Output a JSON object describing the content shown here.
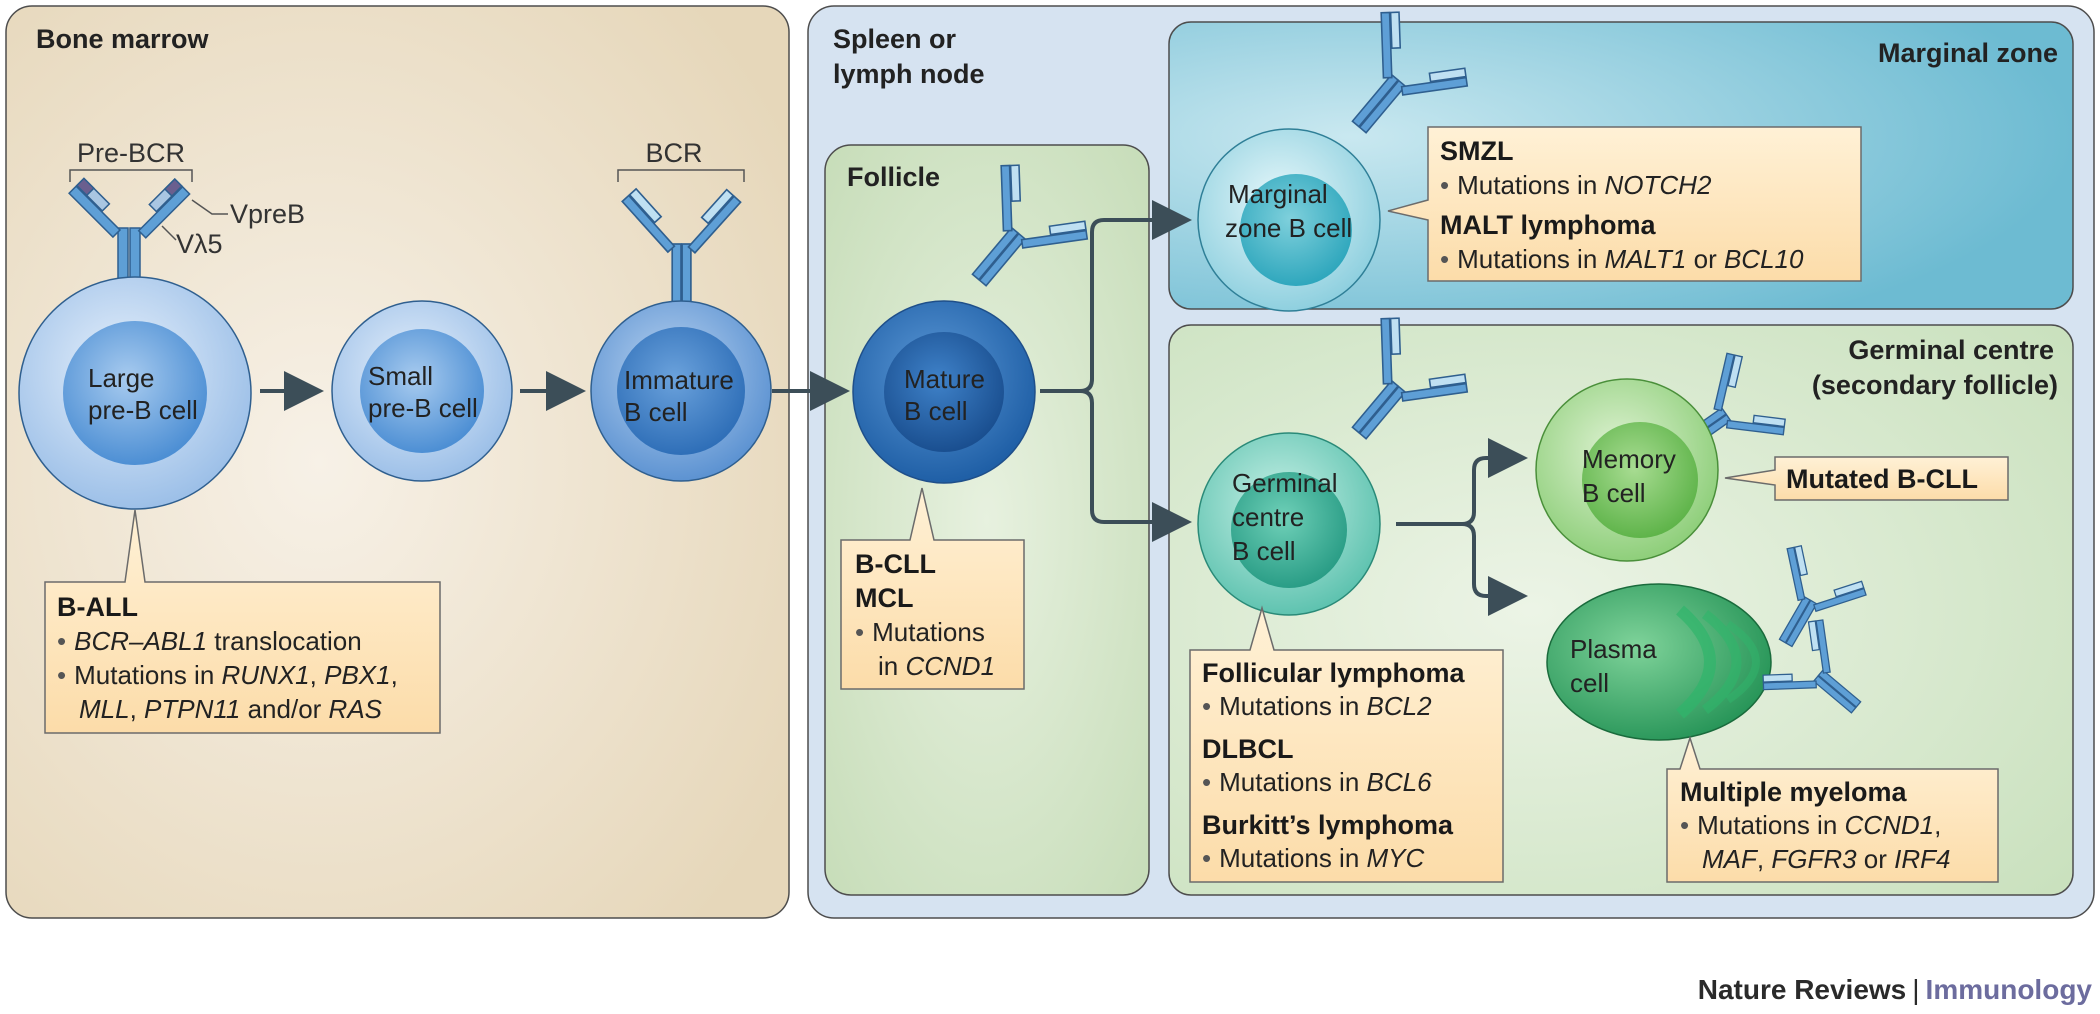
{
  "regions": {
    "bone_marrow": "Bone marrow",
    "spleen_line1": "Spleen or",
    "spleen_line2": "lymph node",
    "follicle": "Follicle",
    "marginal_zone": "Marginal zone",
    "germinal_line1": "Germinal centre",
    "germinal_line2": "(secondary follicle)"
  },
  "receptor_labels": {
    "pre_bcr": "Pre-BCR",
    "vpreb": "VpreB",
    "vl5": "Vλ5",
    "bcr": "BCR"
  },
  "cells": {
    "large_pre_b": [
      "Large",
      "pre-B cell"
    ],
    "small_pre_b": [
      "Small",
      "pre-B cell"
    ],
    "immature_b": [
      "Immature",
      "B cell"
    ],
    "mature_b": [
      "Mature",
      "B cell"
    ],
    "marginal_zone_b": [
      "Marginal",
      "zone B cell"
    ],
    "germinal_centre_b": [
      "Germinal",
      "centre",
      "B cell"
    ],
    "memory_b": [
      "Memory",
      "B cell"
    ],
    "plasma": [
      "Plasma",
      "cell"
    ]
  },
  "boxes": {
    "ball": {
      "title": "B-ALL",
      "l1_it": "BCR–ABL1",
      "l1_rest": " translocation",
      "l2_pre": "Mutations in ",
      "l2_a": "RUNX1",
      "l2_sep": ", ",
      "l2_b": "PBX1",
      "l2_end": ",",
      "l3_a": "MLL",
      "l3_sep": ", ",
      "l3_b": "PTPN11",
      "l3_mid": " and/or ",
      "l3_c": "RAS"
    },
    "bcll": {
      "title1": "B-CLL",
      "title2": "MCL",
      "l1": "Mutations",
      "l2_pre": "in ",
      "l2_it": "CCND1"
    },
    "smzl": {
      "title1": "SMZL",
      "l1_pre": "Mutations in ",
      "l1_it": "NOTCH2",
      "title2": "MALT lymphoma",
      "l2_pre": "Mutations in ",
      "l2_a": "MALT1",
      "l2_mid": " or ",
      "l2_b": "BCL10"
    },
    "follicular": {
      "title1": "Follicular lymphoma",
      "l1_pre": "Mutations in ",
      "l1_it": "BCL2",
      "title2": "DLBCL",
      "l2_pre": "Mutations in ",
      "l2_it": "BCL6",
      "title3": "Burkitt’s lymphoma",
      "l3_pre": "Mutations in ",
      "l3_it": "MYC"
    },
    "mutated_bcll": {
      "title": "Mutated B-CLL"
    },
    "myeloma": {
      "title": "Multiple myeloma",
      "l1_pre": "Mutations in ",
      "l1_it": "CCND1",
      "l1_end": ",",
      "l2_a": "MAF",
      "l2_sep": ", ",
      "l2_b": "FGFR3",
      "l2_mid": " or ",
      "l2_c": "IRF4"
    }
  },
  "bullet": "•",
  "footer": {
    "journal": "Nature Reviews",
    "divider": "|",
    "section": "Immunology"
  },
  "colors": {
    "bone_marrow_bg": "#eadcc0",
    "spleen_bg": "#d3e1f0",
    "follicle_bg": "#cfe3c3",
    "marginal_bg": "#7fc2d6",
    "germinal_bg": "#d2e6c8",
    "box_fill": "#fde6bd",
    "arrow": "#3c4e58",
    "receptor": "#5b9bd1",
    "footer_accent": "#6c6c9e"
  }
}
